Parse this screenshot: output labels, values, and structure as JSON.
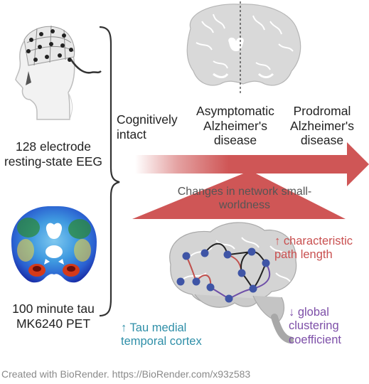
{
  "left": {
    "eeg_label": "128 electrode resting-state EEG",
    "pet_label": "100 minute tau MK6240 PET"
  },
  "stages": {
    "cognitively_intact": "Cognitively intact",
    "asymptomatic": "Asymptomatic Alzheimer's disease",
    "prodromal": "Prodromal Alzheimer's disease"
  },
  "changes_label": "Changes in network small-worldness",
  "findings": {
    "path_length": "↑ characteristic path length",
    "clustering": "↓ global clustering coefficient",
    "tau": "↑ Tau medial temporal cortex"
  },
  "credit": "Created with BioRender. https://BioRender.com/x93z583",
  "colors": {
    "arrow": "#cf5656",
    "path_text": "#c95050",
    "clustering_text": "#7d4fa8",
    "tau_text": "#2f8fa8",
    "node": "#3f55a6"
  }
}
